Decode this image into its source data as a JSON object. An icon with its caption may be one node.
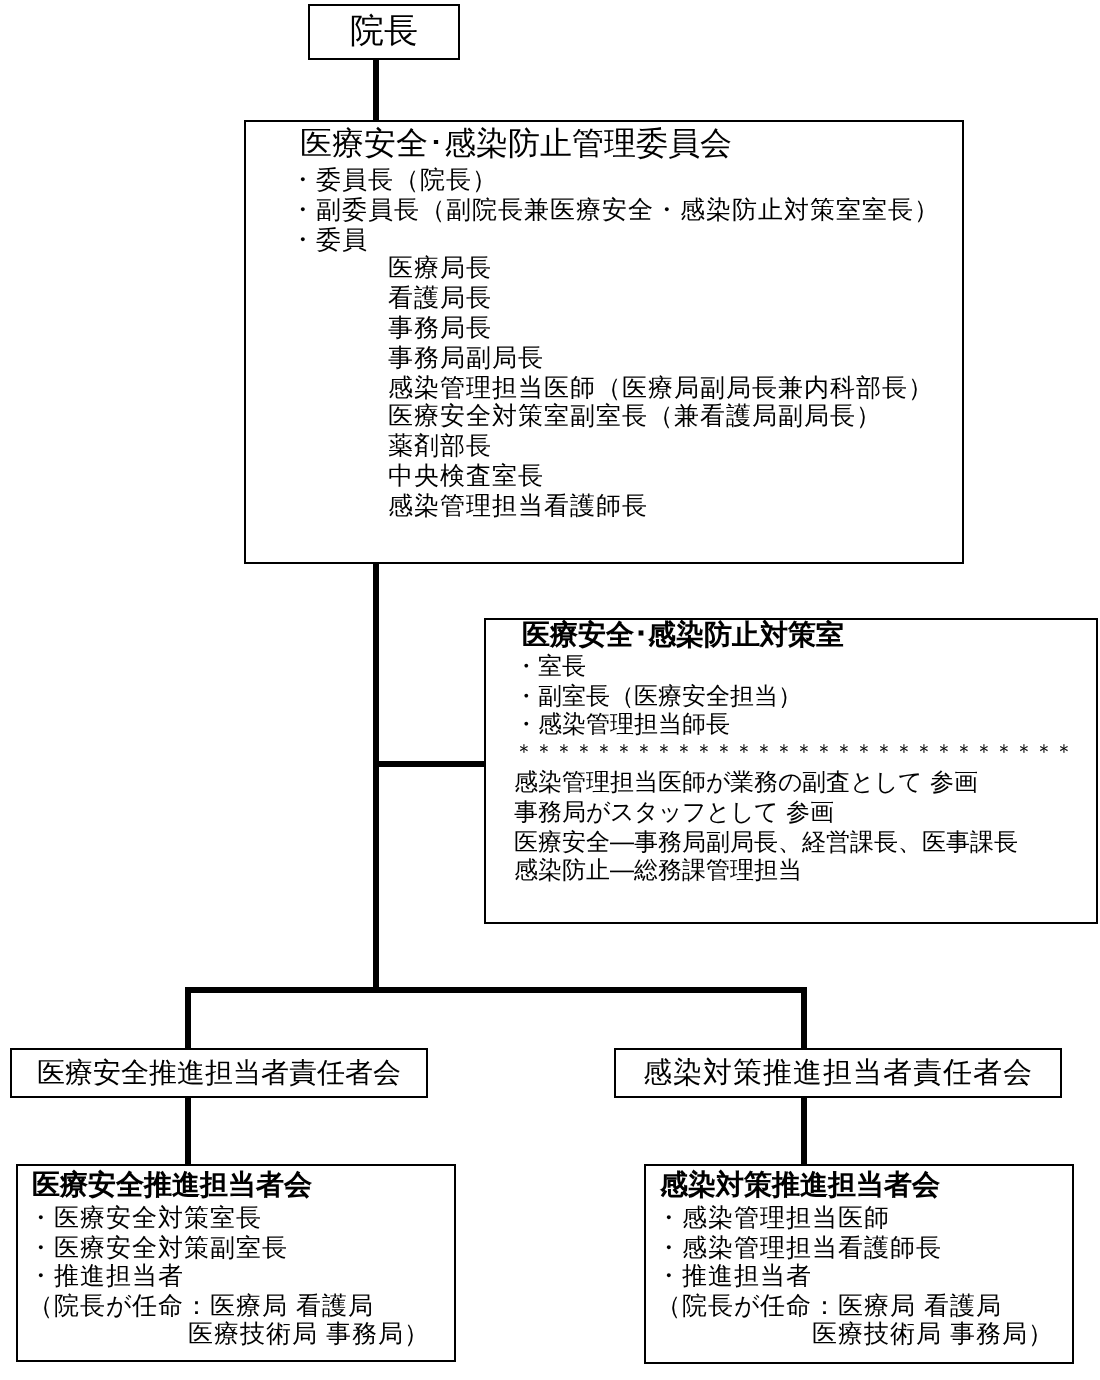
{
  "diagram": {
    "nodes": [
      {
        "text": [
          "院長"
        ]
      },
      {
        "text": [
          "医療安全･感染防止管理委員会",
          "・委員長（院長）",
          "・副委員長（副院長兼医療安全・感染防止対策室室長）",
          "・委員",
          "医療局長",
          "看護局長",
          "事務局長",
          "事務局副局長",
          "感染管理担当医師（医療局副局長兼内科部長）",
          "医療安全対策室副室長（兼看護局副局長）",
          "薬剤部長",
          "中央検査室長",
          "感染管理担当看護師長"
        ]
      },
      {
        "text": [
          "医療安全･感染防止対策室",
          "・室長",
          "・副室長（医療安全担当）",
          "・感染管理担当師長",
          "＊＊＊＊＊＊＊＊＊＊＊＊＊＊＊＊＊＊＊＊＊＊＊＊＊＊＊＊",
          "感染管理担当医師が業務の副査として 参画",
          "事務局がスタッフとして 参画",
          "医療安全―事務局副局長、経営課長、医事課長",
          "感染防止―総務課管理担当"
        ]
      },
      {
        "text": [
          "医療安全推進担当者責任者会"
        ]
      },
      {
        "text": [
          "医療安全推進担当者会",
          "・医療安全対策室長",
          "・医療安全対策副室長",
          "・推進担当者",
          "（院長が任命：医療局 看護局医療技術局 事務局）"
        ]
      },
      {
        "text": [
          "感染対策推進担当者責任者会"
        ]
      },
      {
        "text": [
          "感染対策推進担当者会",
          "・感染管理担当医師",
          "・感染管理担当看護師長",
          "・推進担当者",
          "（院長が任命：医療局 看護局医療技術局 事務局）"
        ]
      }
    ],
    "edges": [
      {
        "from": 0,
        "to": 1,
        "arrow": "none"
      },
      {
        "from": 1,
        "to": 2,
        "arrow": "none"
      },
      {
        "from": 1,
        "to": 3,
        "arrow": "none"
      },
      {
        "from": 1,
        "to": 5,
        "arrow": "none"
      },
      {
        "from": 3,
        "to": 4,
        "arrow": "none"
      },
      {
        "from": 5,
        "to": 6,
        "arrow": "none"
      }
    ]
  }
}
